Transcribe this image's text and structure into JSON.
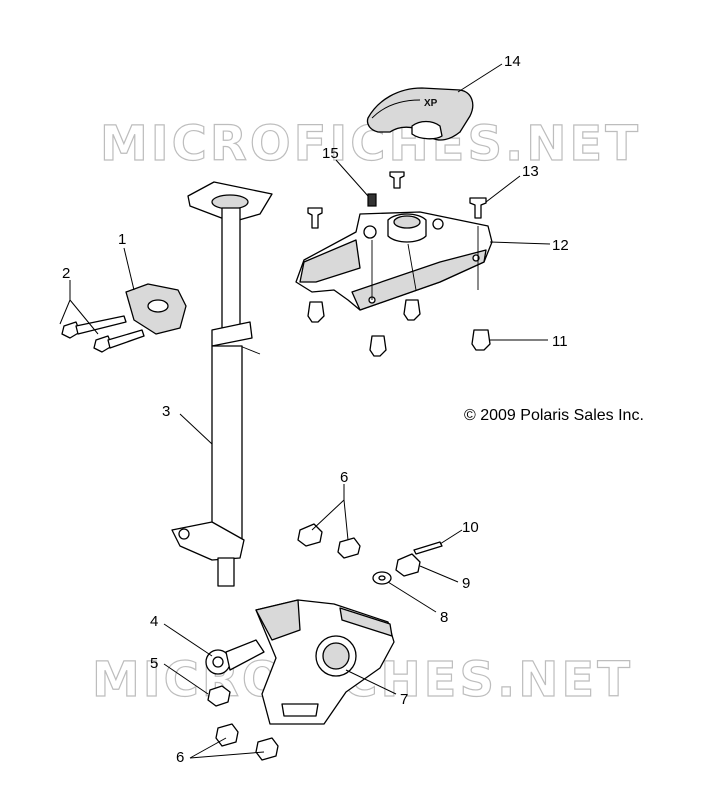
{
  "watermarks": [
    "MICROFICHES.NET",
    "MICROFICHES.NET"
  ],
  "copyright": "© 2009 Polaris Sales Inc.",
  "callouts": [
    "1",
    "2",
    "3",
    "4",
    "5",
    "6",
    "6",
    "7",
    "8",
    "9",
    "10",
    "11",
    "12",
    "13",
    "14",
    "15"
  ]
}
